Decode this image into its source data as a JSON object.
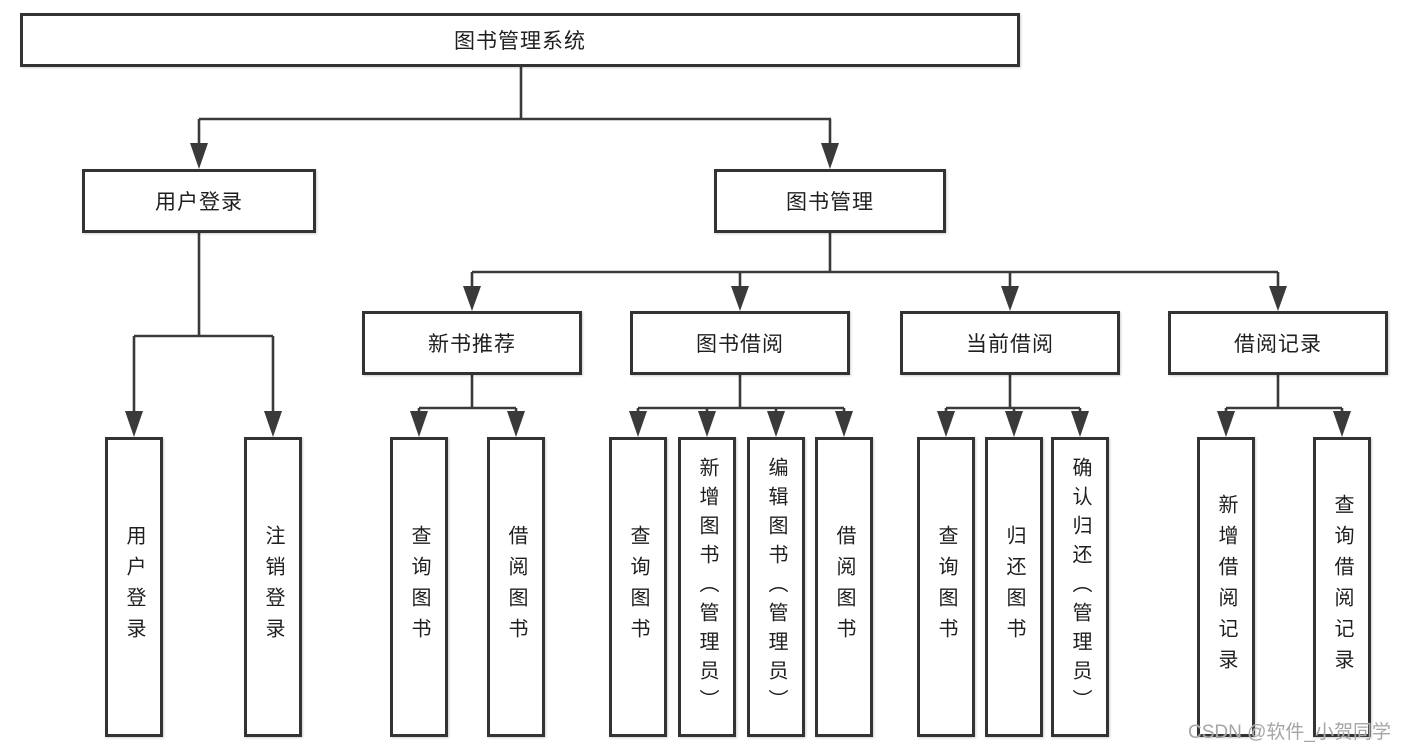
{
  "diagram": {
    "root": {
      "label": "图书管理系统"
    },
    "level2": {
      "user_login": {
        "label": "用户登录"
      },
      "book_management": {
        "label": "图书管理"
      }
    },
    "level3": {
      "new_book_recommend": {
        "label": "新书推荐"
      },
      "book_borrow": {
        "label": "图书借阅"
      },
      "current_borrow": {
        "label": "当前借阅"
      },
      "borrow_record": {
        "label": "借阅记录"
      }
    },
    "leaves": {
      "user_login": {
        "label": "用户登录"
      },
      "logout": {
        "label": "注销登录"
      },
      "rec_query_book": {
        "label": "查询图书"
      },
      "rec_borrow_book": {
        "label": "借阅图书"
      },
      "bb_query_book": {
        "label": "查询图书"
      },
      "bb_add_book": {
        "label": "新增图书（管理员）"
      },
      "bb_edit_book": {
        "label": "编辑图书（管理员）"
      },
      "bb_borrow_book": {
        "label": "借阅图书"
      },
      "cb_query_book": {
        "label": "查询图书"
      },
      "cb_return_book": {
        "label": "归还图书"
      },
      "cb_confirm_return": {
        "label": "确认归还（管理员）"
      },
      "br_add_record": {
        "label": "新增借阅记录"
      },
      "br_query_record": {
        "label": "查询借阅记录"
      }
    },
    "line_color": "#3a3a3a",
    "border_color": "#333333"
  },
  "watermark": {
    "text": "CSDN @软件_小贺同学"
  }
}
